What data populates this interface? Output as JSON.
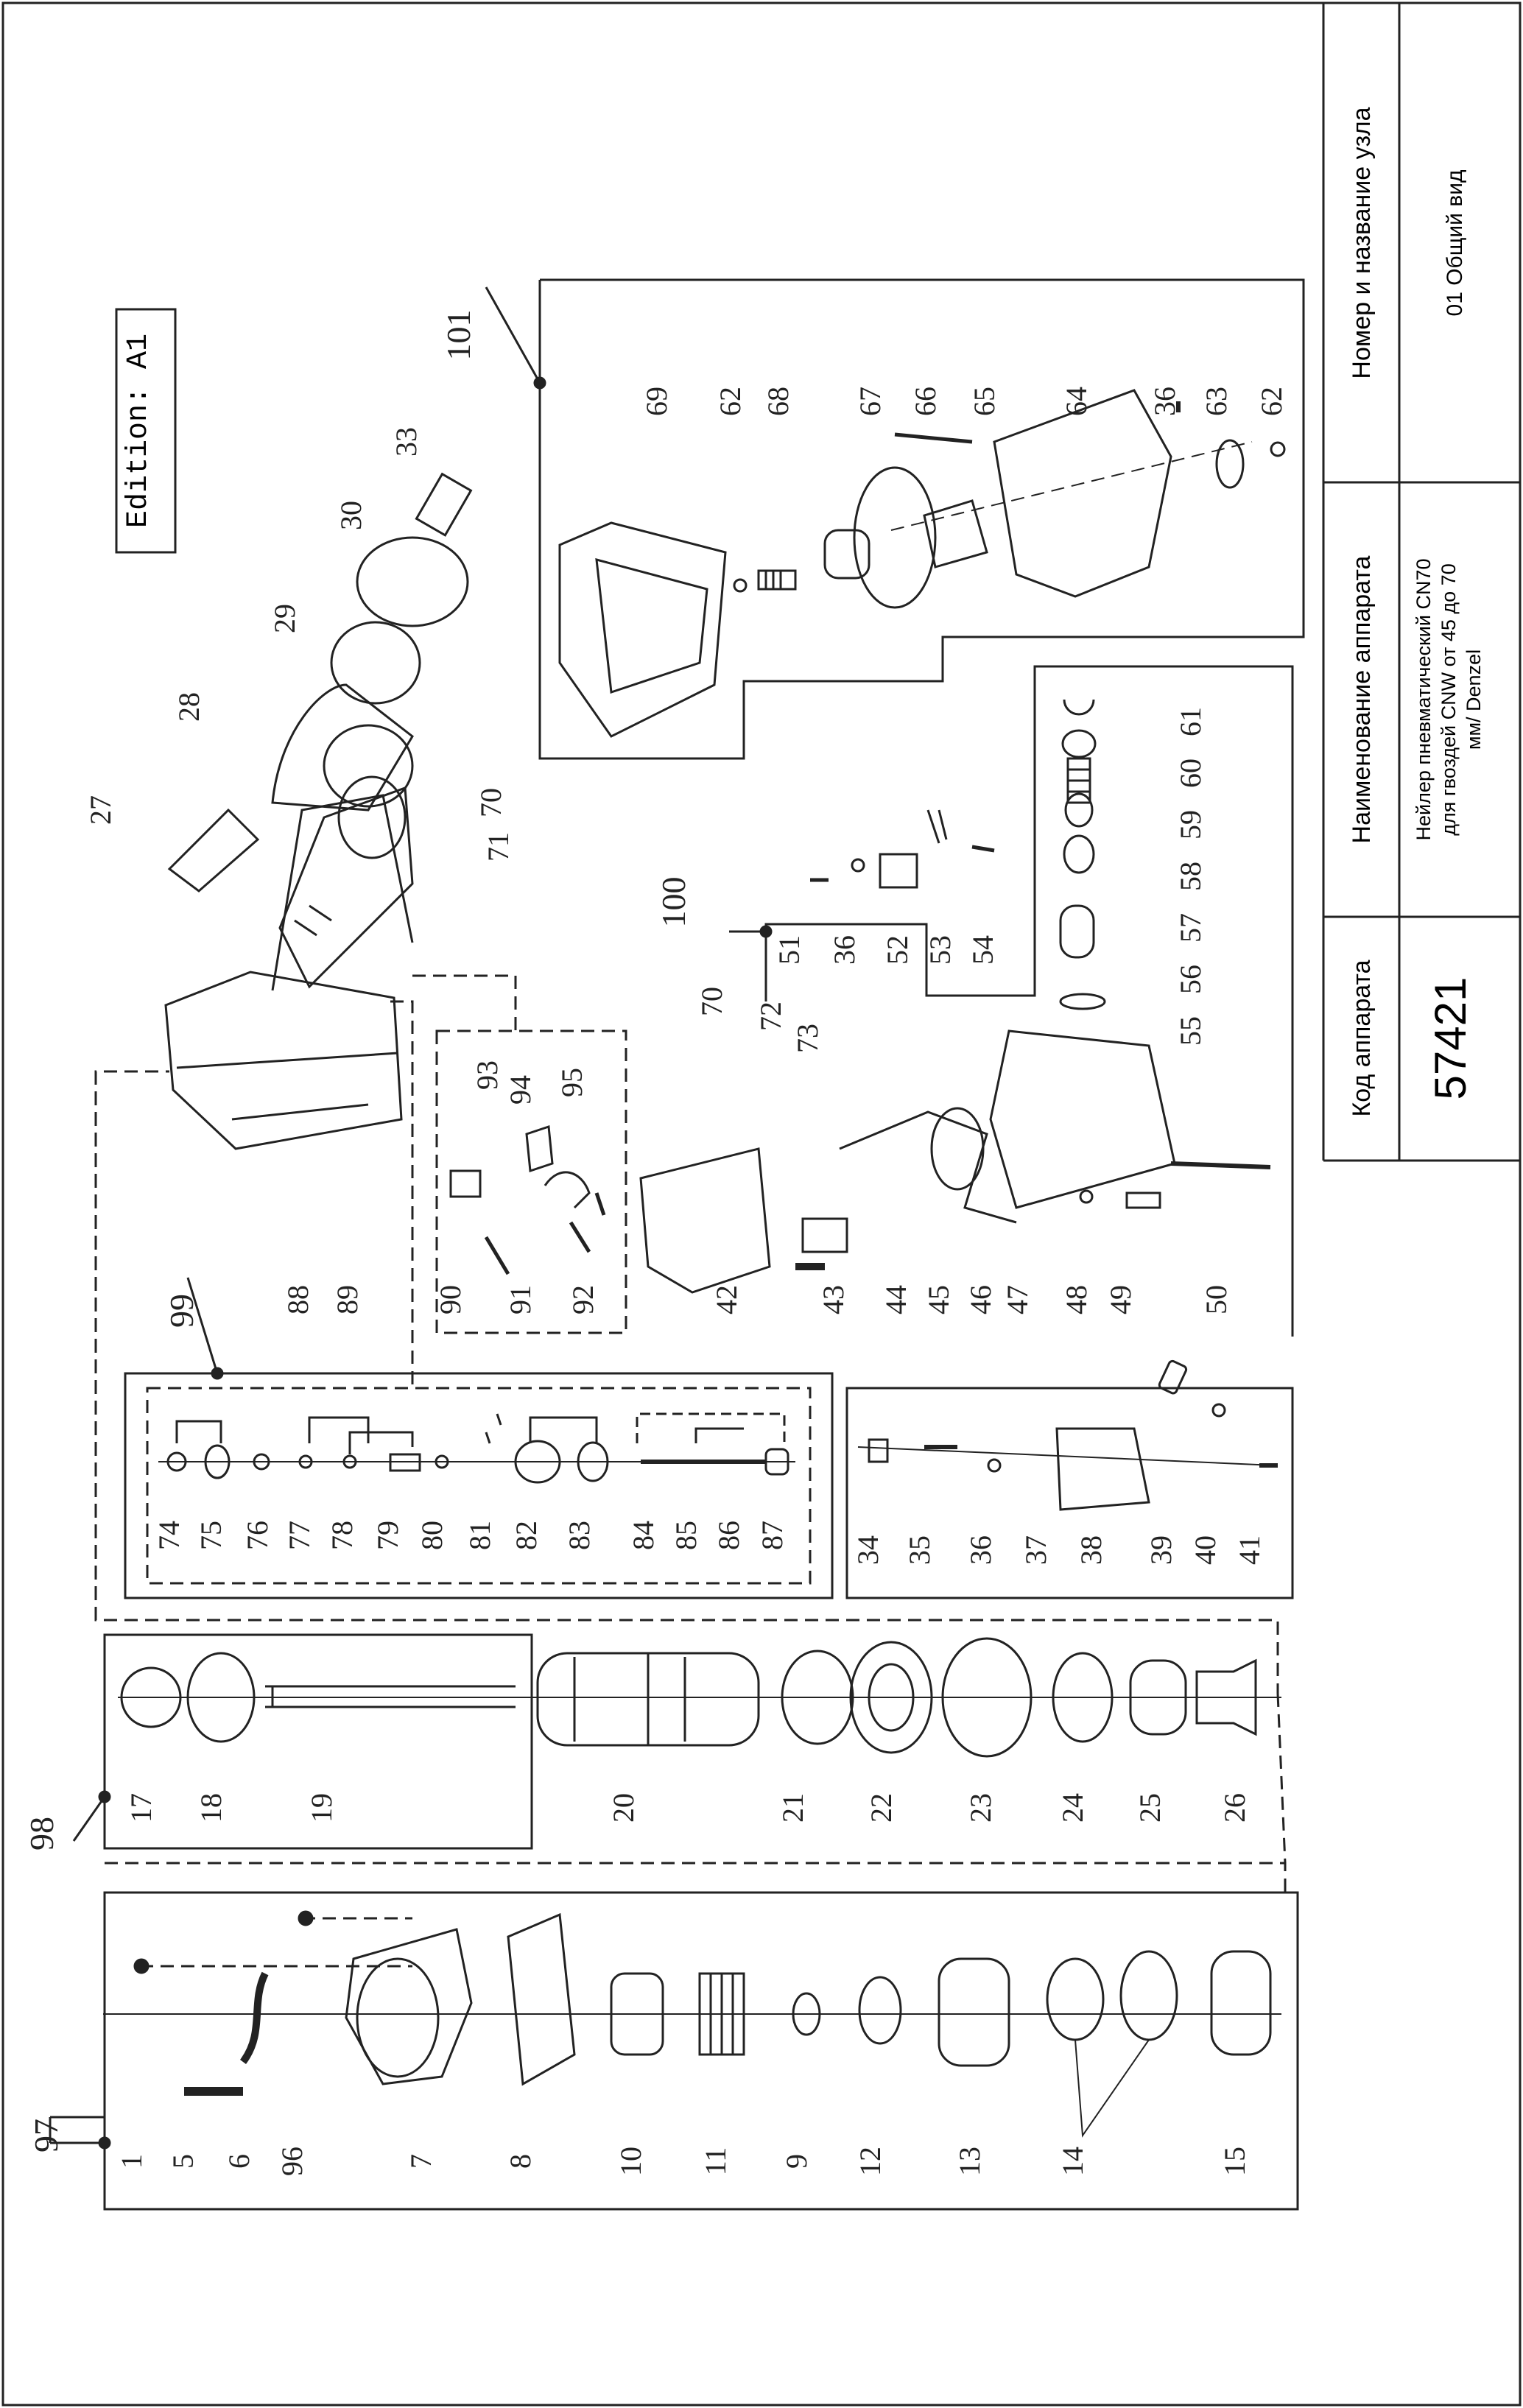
{
  "title_block": {
    "col_code_header": "Код аппарата",
    "col_code_value": "57421",
    "col_name_header": "Наименование аппарата",
    "col_name_value": "Нейлер пневматический CN70 для гвоздей CNW от 45 до 70 мм/ Denzel",
    "col_name_value_lines": [
      "Нейлер пневматический CN70",
      "для гвоздей CNW от 45 до 70",
      "мм/ Denzel"
    ],
    "col_node_header": "Номер и название узла",
    "col_node_value": "01 Общий вид"
  },
  "edition_label": "Edition: A1",
  "group_labels": [
    "97",
    "98",
    "99",
    "100",
    "101"
  ],
  "part_labels_row_bottom": [
    "1",
    "5",
    "6",
    "96",
    "7",
    "8",
    "10",
    "11",
    "9",
    "12",
    "13",
    "14",
    "15"
  ],
  "part_labels_row_cylinder": [
    "17",
    "18",
    "19",
    "20",
    "21",
    "22",
    "23",
    "24",
    "25",
    "26"
  ],
  "part_labels_row_valve": [
    "74",
    "75",
    "76",
    "77",
    "78",
    "79",
    "80",
    "81",
    "82",
    "83",
    "84",
    "85",
    "86",
    "87"
  ],
  "part_labels_row_trigger": [
    "34",
    "35",
    "36",
    "37",
    "38",
    "39",
    "40",
    "41"
  ],
  "part_labels_row_nose": [
    "88",
    "89",
    "90",
    "91",
    "92",
    "42",
    "43",
    "44",
    "45",
    "46",
    "47",
    "48",
    "49",
    "50"
  ],
  "part_labels_row_feeder": [
    "51",
    "36",
    "52",
    "53",
    "54",
    "55",
    "56",
    "57",
    "58",
    "59",
    "60",
    "61"
  ],
  "part_labels_row_magazine": [
    "69",
    "62",
    "68",
    "67",
    "66",
    "65",
    "64",
    "36",
    "63",
    "62"
  ],
  "part_labels_top": [
    "27",
    "28",
    "29",
    "30",
    "33",
    "70",
    "71",
    "70",
    "72",
    "73",
    "93",
    "94",
    "95"
  ]
}
